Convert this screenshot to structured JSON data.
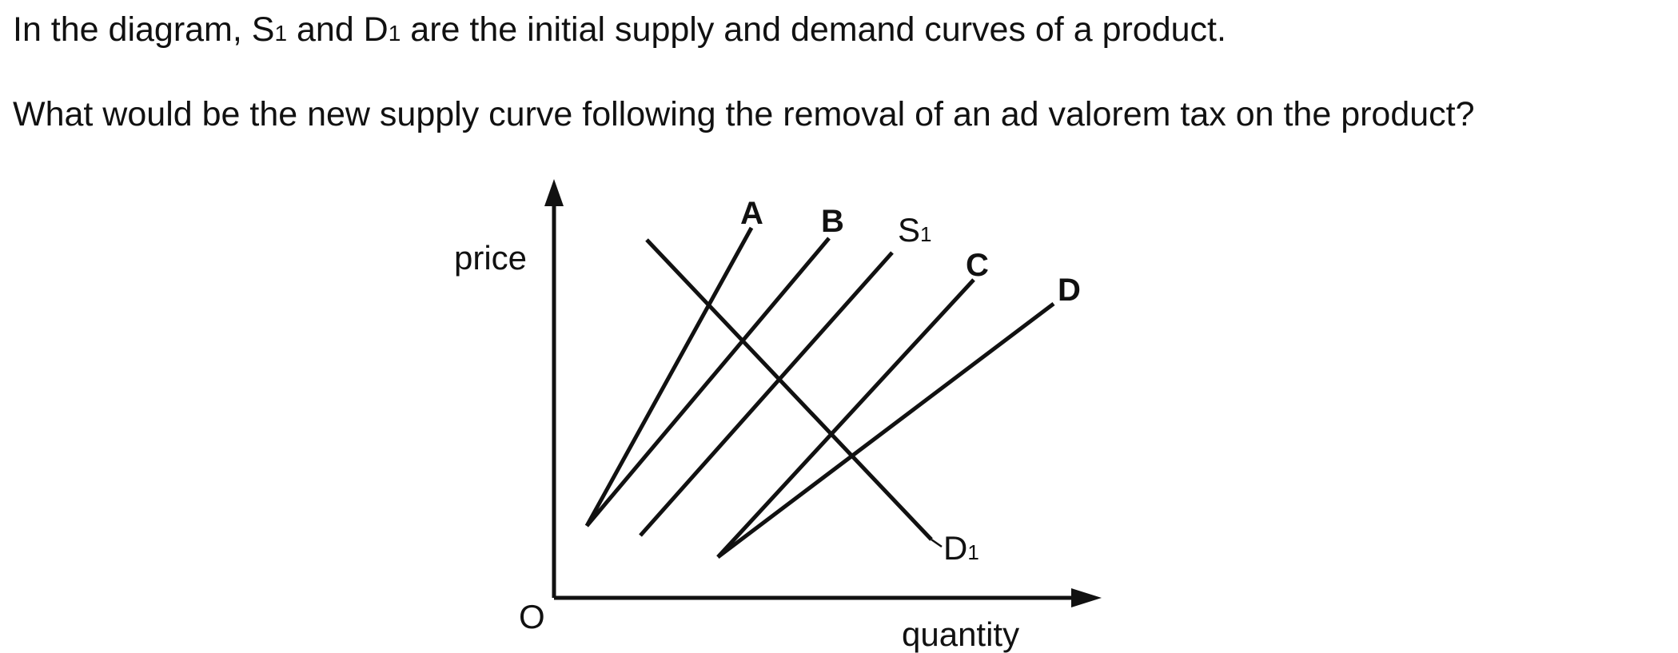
{
  "intro": {
    "part1": "In the diagram, S",
    "sub1": "1",
    "part2": " and D",
    "sub2": "1",
    "part3": " are the initial supply and demand curves of a product."
  },
  "question": "What would be the new supply curve following the removal of an ad valorem tax on the product?",
  "diagram": {
    "y_axis_label": "price",
    "x_axis_label": "quantity",
    "origin_label": "O",
    "curves": {
      "A": "A",
      "B": "B",
      "C": "C",
      "D": "D",
      "S1": {
        "letter": "S",
        "sub": "1"
      },
      "D1": {
        "letter": "D",
        "sub": "1"
      }
    }
  }
}
